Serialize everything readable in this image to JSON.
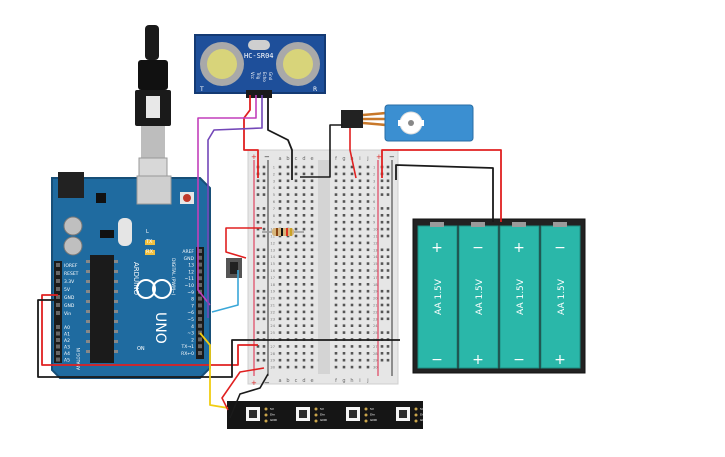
{
  "sensor": {
    "model": "HC-SR04",
    "corner_left": "T",
    "corner_right": "R",
    "pin_labels": [
      "Vcc",
      "Trig",
      "Echo",
      "Gnd"
    ]
  },
  "arduino": {
    "brand": "ARDUINO",
    "model": "UNO",
    "power_header_label": "POWER",
    "analog_header_label": "ANALOG IN",
    "digital_header_label": "DIGITAL (PWM~)",
    "power_pins": [
      "IOREF",
      "RESET",
      "3.3V",
      "5V",
      "GND",
      "GND",
      "Vin"
    ],
    "analog_pins": [
      "A0",
      "A1",
      "A2",
      "A3",
      "A4",
      "A5"
    ],
    "digital_pins": [
      "AREF",
      "GND",
      "13",
      "12",
      "~11",
      "~10",
      "~9",
      "8",
      "7",
      "~6",
      "~5",
      "4",
      "~3",
      "2",
      "TX→1",
      "RX←0"
    ],
    "led_labels": [
      "L",
      "TX",
      "RX"
    ],
    "on_label": "ON"
  },
  "breadboard": {
    "rail_plus": "+",
    "rail_minus": "−",
    "columns_left": [
      "a",
      "b",
      "c",
      "d",
      "e"
    ],
    "columns_right": [
      "f",
      "g",
      "h",
      "i",
      "j"
    ],
    "row_labels": [
      "1",
      "2",
      "3",
      "4",
      "5",
      "6",
      "7",
      "8",
      "9",
      "10",
      "11",
      "12",
      "13",
      "14",
      "15",
      "16",
      "17",
      "18",
      "19",
      "20",
      "21",
      "22",
      "23",
      "24",
      "25",
      "26",
      "27",
      "28",
      "29",
      "30"
    ]
  },
  "battery_pack": {
    "cells": [
      {
        "label": "AA 1.5V",
        "top": "+",
        "bottom": "−"
      },
      {
        "label": "AA 1.5V",
        "top": "−",
        "bottom": "+"
      },
      {
        "label": "AA 1.5V",
        "top": "+",
        "bottom": "−"
      },
      {
        "label": "AA 1.5V",
        "top": "−",
        "bottom": "+"
      }
    ]
  },
  "led_strip": {
    "pad_labels": [
      "5V",
      "Din",
      "GND"
    ]
  },
  "colors": {
    "arduino_board": "#1f6ba0",
    "breadboard": "#e6e6e6",
    "sensor_board": "#1e4f9a",
    "servo": "#3b8fd1",
    "battery_cell": "#2ab7a9",
    "battery_pack": "#222222",
    "wire_red": "#e02020",
    "wire_black": "#1a1a1a",
    "wire_magenta": "#c23fbb",
    "wire_cyan": "#3aa7d8",
    "wire_purple": "#7347b8",
    "wire_yellow": "#f1cd12"
  }
}
